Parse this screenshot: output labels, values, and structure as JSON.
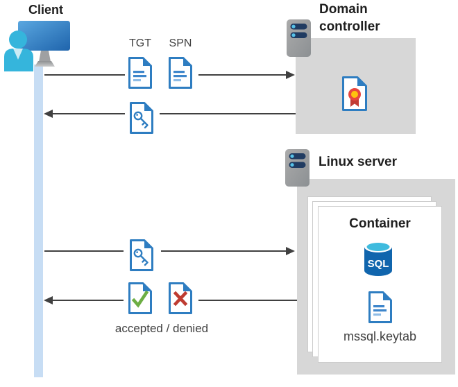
{
  "client": {
    "label": "Client"
  },
  "domain_controller": {
    "label": "Domain controller"
  },
  "linux_server": {
    "label": "Linux server"
  },
  "container": {
    "label": "Container",
    "sql_label": "SQL",
    "keytab_label": "mssql.keytab"
  },
  "flows": {
    "tgt_label": "TGT",
    "spn_label": "SPN",
    "accepted_denied_label": "accepted / denied"
  },
  "icons": {
    "client": "user-at-monitor-icon",
    "server": "server-icon",
    "ticket_document": "document-icon",
    "key_document": "key-document-icon",
    "certificate": "certificate-document-icon",
    "accepted_document": "check-document-icon",
    "denied_document": "x-document-icon",
    "sql_database": "sql-database-icon"
  },
  "colors": {
    "doc_blue": "#2E7DC1",
    "accent_cyan": "#35B5DC",
    "accepted_green": "#6DAE44",
    "denied_red": "#BE3B31",
    "box_gray": "#D7D7D7",
    "arrow_gray": "#404040",
    "lifeline_blue": "#C7DDF4",
    "sql_blue": "#1065AD"
  }
}
